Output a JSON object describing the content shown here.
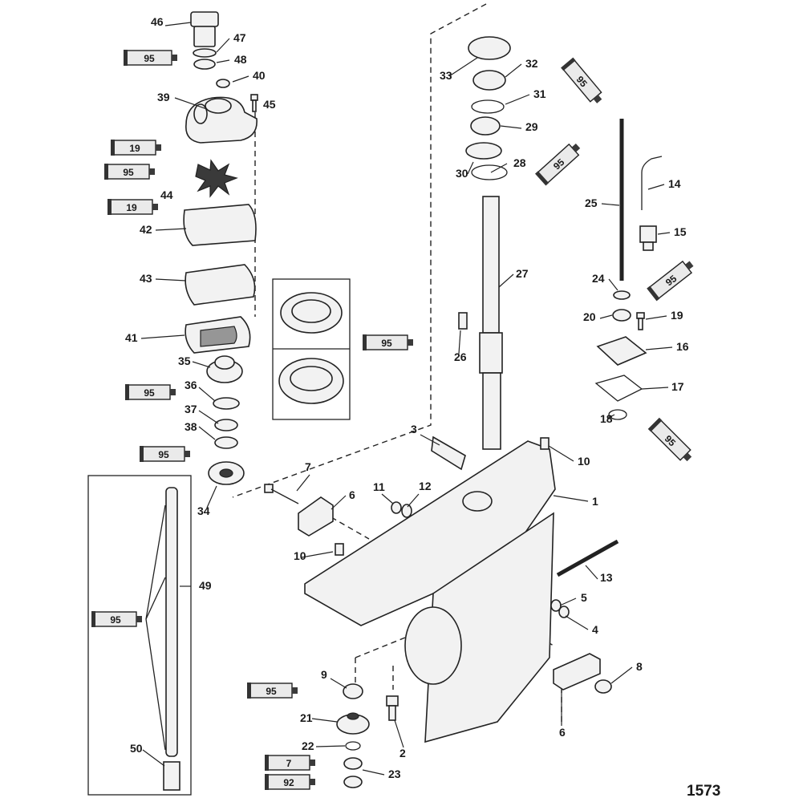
{
  "diagram_id": "1573",
  "callouts": [
    "1",
    "2",
    "3",
    "4",
    "5",
    "6",
    "6",
    "7",
    "8",
    "9",
    "10",
    "10",
    "11",
    "12",
    "13",
    "14",
    "15",
    "16",
    "17",
    "18",
    "19",
    "20",
    "21",
    "22",
    "23",
    "24",
    "25",
    "26",
    "27",
    "28",
    "29",
    "30",
    "31",
    "32",
    "33",
    "34",
    "35",
    "36",
    "37",
    "38",
    "39",
    "40",
    "41",
    "42",
    "43",
    "44",
    "45",
    "46",
    "47",
    "48",
    "49",
    "50"
  ],
  "sealant_tubes": [
    "95",
    "95",
    "19",
    "95",
    "19",
    "95",
    "95",
    "95",
    "95",
    "95",
    "95",
    "95",
    "95",
    "7",
    "92"
  ]
}
